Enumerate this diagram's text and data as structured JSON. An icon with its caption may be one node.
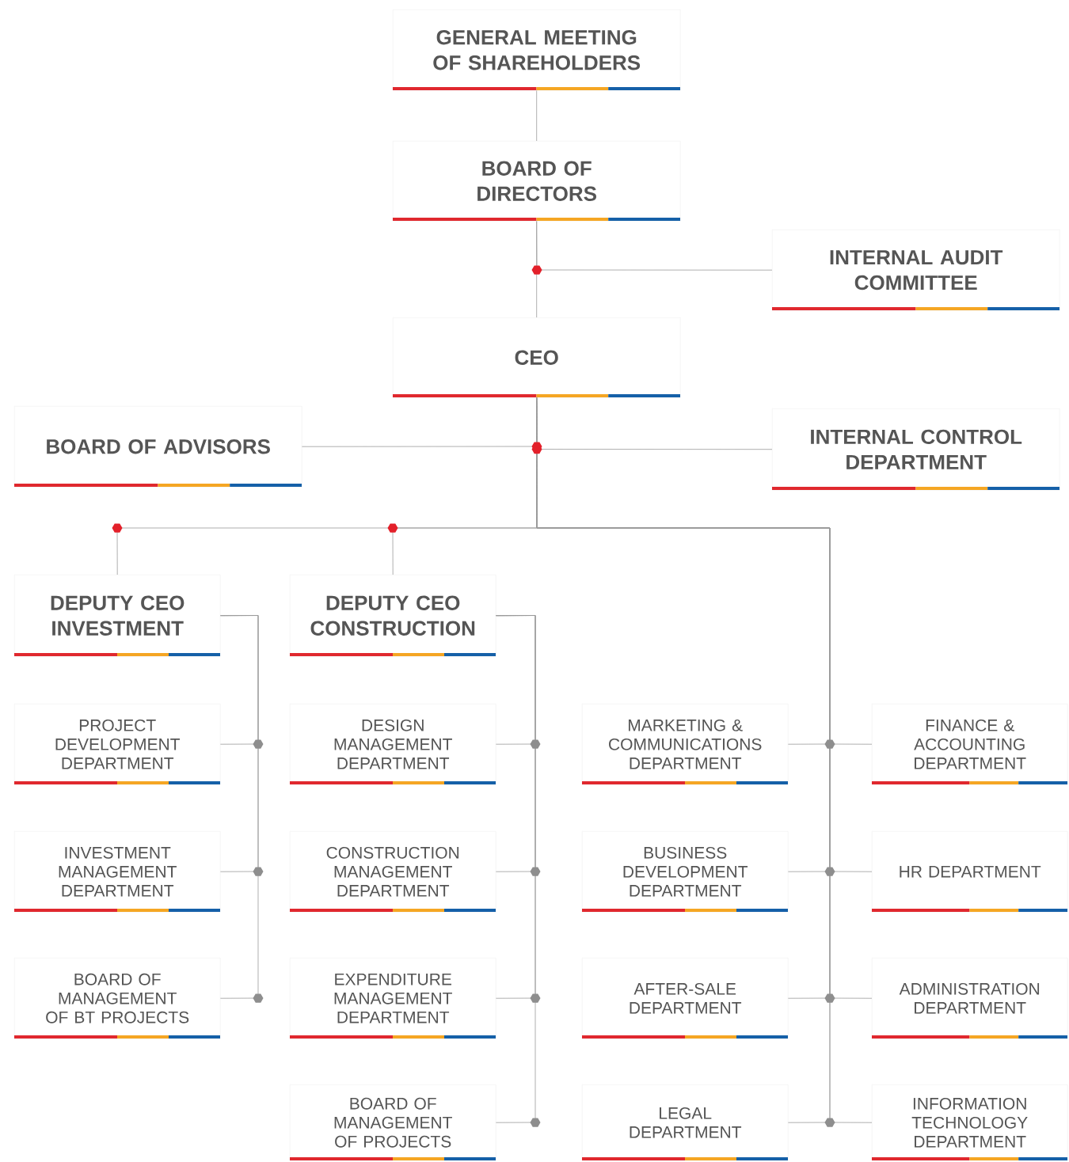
{
  "diagram": {
    "nodes": [
      {
        "text": [
          "GENERAL MEETING OF SHAREHOLDERS"
        ]
      },
      {
        "text": [
          "BOARD OF DIRECTORS"
        ]
      },
      {
        "text": [
          "INTERNAL AUDIT COMMITTEE"
        ]
      },
      {
        "text": [
          "CEO"
        ]
      },
      {
        "text": [
          "BOARD OF ADVISORS"
        ]
      },
      {
        "text": [
          "INTERNAL CONTROL DEPARTMENT"
        ]
      },
      {
        "text": [
          "DEPUTY CEO INVESTMENT"
        ]
      },
      {
        "text": [
          "DEPUTY CEO CONSTRUCTION"
        ]
      },
      {
        "text": [
          "PROJECT DEVELOPMENT DEPARTMENT"
        ]
      },
      {
        "text": [
          "DESIGN MANAGEMENT DEPARTMENT"
        ]
      },
      {
        "text": [
          "MARKETING & COMMUNICATIONS DEPARTMENT"
        ]
      },
      {
        "text": [
          "FINANCE & ACCOUNTING DEPARTMENT"
        ]
      },
      {
        "text": [
          "INVESTMENT MANAGEMENT DEPARTMENT"
        ]
      },
      {
        "text": [
          "CONSTRUCTION MANAGEMENT DEPARTMENT"
        ]
      },
      {
        "text": [
          "BUSINESS DEVELOPMENT DEPARTMENT"
        ]
      },
      {
        "text": [
          "HR DEPARTMENT"
        ]
      },
      {
        "text": [
          "BOARD OF MANAGEMENT OF BT PROJECTS"
        ]
      },
      {
        "text": [
          "EXPENDITURE MANAGEMENT DEPARTMENT"
        ]
      },
      {
        "text": [
          "AFTER-SALE DEPARTMENT"
        ]
      },
      {
        "text": [
          "ADMINISTRATION DEPARTMENT"
        ]
      },
      {
        "text": [
          "BOARD OF MANAGEMENT OF PROJECTS"
        ]
      },
      {
        "text": [
          "LEGAL DEPARTMENT"
        ]
      },
      {
        "text": [
          "INFORMATION TECHNOLOGY DEPARTMENT"
        ]
      }
    ],
    "edges": [
      {
        "from": 0,
        "to": 1,
        "arrow": "none"
      },
      {
        "from": 1,
        "to": 2,
        "arrow": "none"
      },
      {
        "from": 1,
        "to": 3,
        "arrow": "none"
      },
      {
        "from": 3,
        "to": 4,
        "arrow": "none"
      },
      {
        "from": 3,
        "to": 5,
        "arrow": "none"
      },
      {
        "from": 3,
        "to": 6,
        "arrow": "none"
      },
      {
        "from": 3,
        "to": 7,
        "arrow": "none"
      },
      {
        "from": 3,
        "to": 10,
        "arrow": "none"
      },
      {
        "from": 3,
        "to": 11,
        "arrow": "none"
      },
      {
        "from": 3,
        "to": 14,
        "arrow": "none"
      },
      {
        "from": 3,
        "to": 15,
        "arrow": "none"
      },
      {
        "from": 3,
        "to": 18,
        "arrow": "none"
      },
      {
        "from": 3,
        "to": 19,
        "arrow": "none"
      },
      {
        "from": 3,
        "to": 21,
        "arrow": "none"
      },
      {
        "from": 3,
        "to": 22,
        "arrow": "none"
      },
      {
        "from": 6,
        "to": 8,
        "arrow": "none"
      },
      {
        "from": 6,
        "to": 12,
        "arrow": "none"
      },
      {
        "from": 6,
        "to": 16,
        "arrow": "none"
      },
      {
        "from": 7,
        "to": 9,
        "arrow": "none"
      },
      {
        "from": 7,
        "to": 13,
        "arrow": "none"
      },
      {
        "from": 7,
        "to": 17,
        "arrow": "none"
      },
      {
        "from": 7,
        "to": 20,
        "arrow": "none"
      }
    ]
  }
}
